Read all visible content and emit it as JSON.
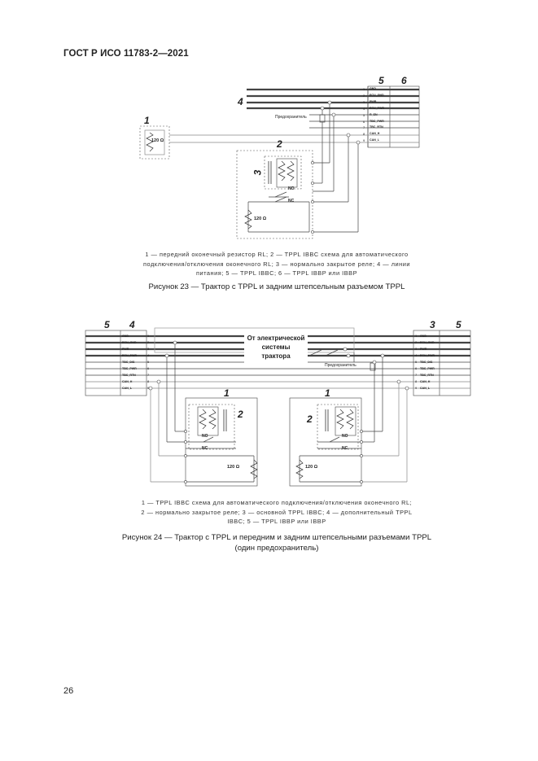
{
  "header": {
    "standard": "ГОСТ Р ИСО 11783-2—2021"
  },
  "figure23": {
    "callouts": {
      "c1": "1",
      "c2": "2",
      "c3": "3",
      "c4": "4",
      "c5": "5",
      "c6": "6"
    },
    "pins": [
      "1",
      "2",
      "3",
      "4",
      "5",
      "6",
      "7",
      "8",
      "9"
    ],
    "signals": [
      "GND",
      "ECU_GND",
      "PWR",
      "ECU_PWR",
      "R_EN",
      "TBC_PWR",
      "TBC_RTN",
      "CAN_H",
      "CAN_L"
    ],
    "fuse_label": "Предохранитель",
    "resistor_label": "120 Ω",
    "no_label": "NO",
    "nc_label": "NC",
    "legend_lines": [
      "1 — передний оконечный резистор RL; 2 — TPPL IBBC схема для автоматического",
      "подключения/отключения оконечного RL; 3 — нормально закрытое реле; 4 — линии",
      "питания; 5 — TPPL IBBC; 6 — TPPL IBBP или IBBP"
    ],
    "caption": "Рисунок 23 — Трактор с TPPL и задним штепсельным разъемом TPPL"
  },
  "figure24": {
    "callouts": {
      "c1a": "1",
      "c1b": "1",
      "c2a": "2",
      "c2b": "2",
      "c3": "3",
      "c4": "4",
      "c5a": "5",
      "c5b": "5"
    },
    "pins": [
      "1",
      "2",
      "3",
      "4",
      "5",
      "6",
      "7",
      "8",
      "9"
    ],
    "signals": [
      "GND",
      "ECU_GND",
      "PWR",
      "ECU_PWR",
      "TBC_DIS",
      "TBC_PWR",
      "TBC_RTN",
      "CAN_H",
      "CAN_L"
    ],
    "source_label_lines": [
      "От электрической",
      "системы",
      "трактора"
    ],
    "fuse_label": "Предохранитель",
    "resistor_label": "120 Ω",
    "no_label": "NO",
    "nc_label": "NC",
    "legend_lines": [
      "1 — TPPL IBBC схема для автоматического подключения/отключения оконечного RL;",
      "2 — нормально закрытое реле; 3 — основной TPPL IBBC; 4 — дополнительный TPPL",
      "IBBC; 5 — TPPL IBBP или IBBP"
    ],
    "caption_lines": [
      "Рисунок 24 — Трактор с TPPL и передним и задним штепсельными разъемами TPPL",
      "(один предохранитель)"
    ]
  },
  "page": {
    "number": "26"
  }
}
